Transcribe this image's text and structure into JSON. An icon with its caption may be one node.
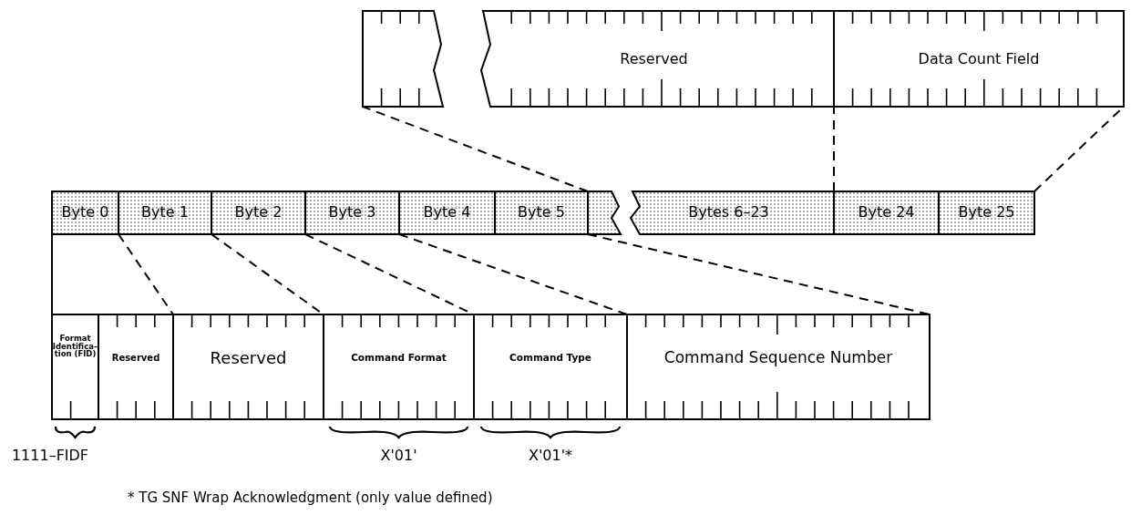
{
  "diagram": {
    "nodes": [
      {
        "text": [],
        "shape": "box"
      },
      {
        "text": [
          "Reserved"
        ]
      },
      {
        "text": [
          "Data Count Field"
        ]
      },
      {
        "text": [
          "Byte 0"
        ]
      },
      {
        "text": [
          "Byte 1"
        ]
      },
      {
        "text": [
          "Byte 2"
        ]
      },
      {
        "text": [
          "Byte 3"
        ]
      },
      {
        "text": [
          "Byte 4"
        ]
      },
      {
        "text": [
          "Byte 5"
        ]
      },
      {
        "text": [],
        "shape": "box"
      },
      {
        "text": [
          "Bytes 6–23"
        ]
      },
      {
        "text": [
          "Byte 24"
        ]
      },
      {
        "text": [
          "Byte 25"
        ]
      },
      {
        "text": [
          "Format Identifica– tion (FID)"
        ],
        "beside": [
          "1111–FIDF"
        ]
      },
      {
        "text": [
          "Reserved"
        ]
      },
      {
        "text": [
          "Reserved"
        ]
      },
      {
        "text": [
          "Command Format"
        ],
        "beside": [
          "X'01'"
        ]
      },
      {
        "text": [
          "Command Type"
        ],
        "beside": [
          "X'01'*"
        ]
      },
      {
        "text": [
          "Command Sequence Number"
        ]
      }
    ],
    "edges": [
      {
        "from": 9,
        "to": 0,
        "arrow": "none",
        "style": "dashed"
      },
      {
        "from": 11,
        "to": 2,
        "arrow": "none",
        "style": "dashed"
      },
      {
        "from": 12,
        "to": 2,
        "arrow": "none",
        "style": "dashed"
      },
      {
        "from": 3,
        "to": 13,
        "arrow": "none"
      },
      {
        "from": 3,
        "to": 14,
        "arrow": "none",
        "style": "dashed"
      },
      {
        "from": 4,
        "to": 15,
        "arrow": "none",
        "style": "dashed"
      },
      {
        "from": 5,
        "to": 16,
        "arrow": "none",
        "style": "dashed"
      },
      {
        "from": 6,
        "to": 17,
        "arrow": "none",
        "style": "dashed"
      },
      {
        "from": 8,
        "to": 18,
        "arrow": "none",
        "style": "dashed"
      }
    ],
    "labels": [
      "* TG SNF Wrap Acknowledgment (only value defined)"
    ]
  }
}
